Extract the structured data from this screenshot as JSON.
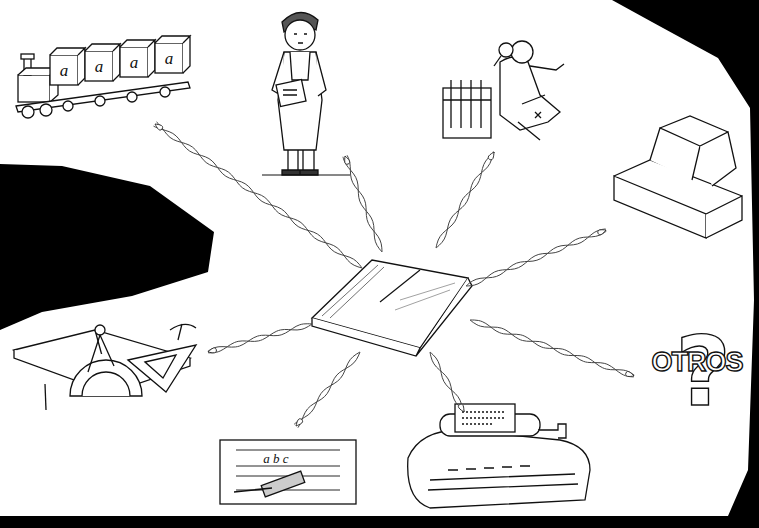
{
  "diagram": {
    "labels": [
      "a",
      "a",
      "a",
      "a",
      "a b c",
      "OTROS",
      "?"
    ]
  }
}
